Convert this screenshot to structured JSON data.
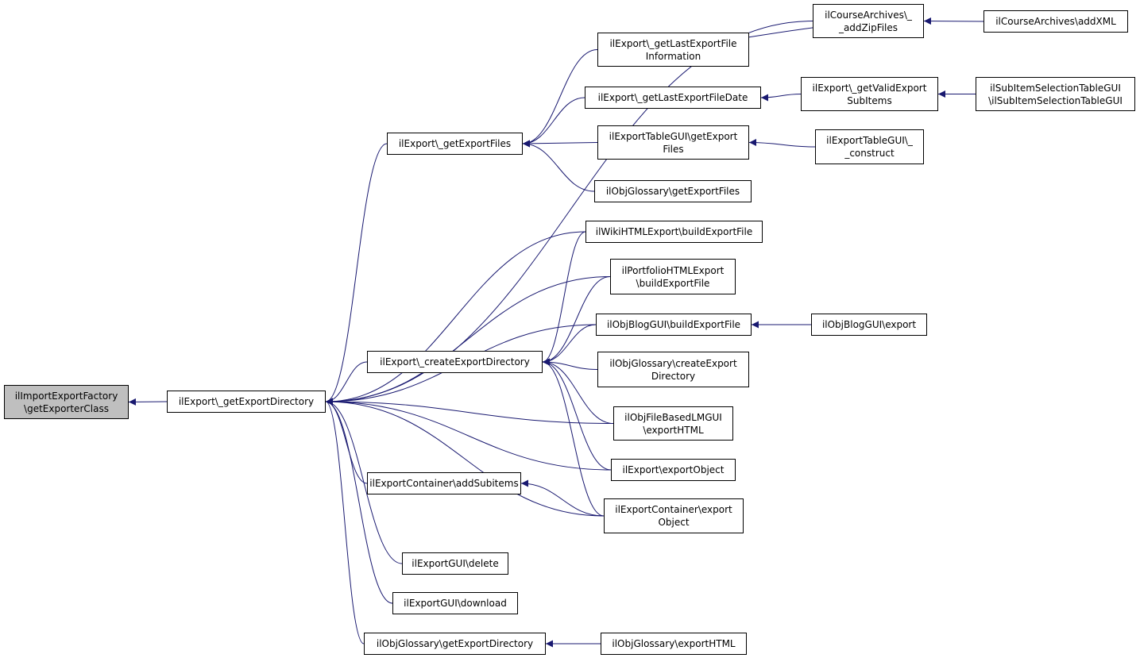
{
  "colors": {
    "edge": "#191970",
    "root_fill": "#bfbfbf",
    "node_fill": "#ffffff",
    "border": "#000000"
  },
  "nodes": [
    {
      "id": "root",
      "label": "ilImportExportFactory\n\\getExporterClass",
      "root": true
    },
    {
      "id": "getExportDirectory",
      "label": "ilExport\\_getExportDirectory"
    },
    {
      "id": "getExportFiles",
      "label": "ilExport\\_getExportFiles"
    },
    {
      "id": "createExportDirectory",
      "label": "ilExport\\_createExportDirectory"
    },
    {
      "id": "addSubitems",
      "label": "ilExportContainer\\addSubitems"
    },
    {
      "id": "guiDelete",
      "label": "ilExportGUI\\delete"
    },
    {
      "id": "guiDownload",
      "label": "ilExportGUI\\download"
    },
    {
      "id": "glossGetExportDirectory",
      "label": "ilObjGlossary\\getExportDirectory"
    },
    {
      "id": "courseAddZipFiles",
      "label": "ilCourseArchives\\_\n_addZipFiles"
    },
    {
      "id": "getLastExportFileInfo",
      "label": "ilExport\\_getLastExportFile\nInformation"
    },
    {
      "id": "getLastExportFileDate",
      "label": "ilExport\\_getLastExportFileDate"
    },
    {
      "id": "tableGetExportFiles",
      "label": "ilExportTableGUI\\getExport\nFiles"
    },
    {
      "id": "glossGetExportFiles",
      "label": "ilObjGlossary\\getExportFiles"
    },
    {
      "id": "wikiBuild",
      "label": "ilWikiHTMLExport\\buildExportFile"
    },
    {
      "id": "portfolioBuild",
      "label": "ilPortfolioHTMLExport\n\\buildExportFile"
    },
    {
      "id": "blogBuild",
      "label": "ilObjBlogGUI\\buildExportFile"
    },
    {
      "id": "glossCreateDir",
      "label": "ilObjGlossary\\createExport\nDirectory"
    },
    {
      "id": "fileBasedExport",
      "label": "ilObjFileBasedLMGUI\n\\exportHTML"
    },
    {
      "id": "exportObject",
      "label": "ilExport\\exportObject"
    },
    {
      "id": "containerExportObject",
      "label": "ilExportContainer\\export\nObject"
    },
    {
      "id": "courseAddXML",
      "label": "ilCourseArchives\\addXML"
    },
    {
      "id": "getValidSubItems",
      "label": "ilExport\\_getValidExport\nSubItems"
    },
    {
      "id": "tableConstruct",
      "label": "ilExportTableGUI\\_\n_construct"
    },
    {
      "id": "blogExport",
      "label": "ilObjBlogGUI\\export"
    },
    {
      "id": "glossExportHTML",
      "label": "ilObjGlossary\\exportHTML"
    },
    {
      "id": "subItemSelection",
      "label": "ilSubItemSelectionTableGUI\n\\ilSubItemSelectionTableGUI"
    }
  ],
  "edges": [
    [
      "getExportDirectory",
      "root"
    ],
    [
      "getExportFiles",
      "getExportDirectory"
    ],
    [
      "createExportDirectory",
      "getExportDirectory"
    ],
    [
      "addSubitems",
      "getExportDirectory"
    ],
    [
      "guiDelete",
      "getExportDirectory"
    ],
    [
      "guiDownload",
      "getExportDirectory"
    ],
    [
      "glossGetExportDirectory",
      "getExportDirectory"
    ],
    [
      "courseAddZipFiles",
      "getExportDirectory"
    ],
    [
      "wikiBuild",
      "getExportDirectory"
    ],
    [
      "portfolioBuild",
      "getExportDirectory"
    ],
    [
      "blogBuild",
      "getExportDirectory"
    ],
    [
      "fileBasedExport",
      "getExportDirectory"
    ],
    [
      "exportObject",
      "getExportDirectory"
    ],
    [
      "containerExportObject",
      "getExportDirectory"
    ],
    [
      "getLastExportFileInfo",
      "getExportFiles"
    ],
    [
      "getLastExportFileDate",
      "getExportFiles"
    ],
    [
      "tableGetExportFiles",
      "getExportFiles"
    ],
    [
      "glossGetExportFiles",
      "getExportFiles"
    ],
    [
      "wikiBuild",
      "createExportDirectory"
    ],
    [
      "portfolioBuild",
      "createExportDirectory"
    ],
    [
      "blogBuild",
      "createExportDirectory"
    ],
    [
      "glossCreateDir",
      "createExportDirectory"
    ],
    [
      "fileBasedExport",
      "createExportDirectory"
    ],
    [
      "exportObject",
      "createExportDirectory"
    ],
    [
      "containerExportObject",
      "createExportDirectory"
    ],
    [
      "containerExportObject",
      "addSubitems"
    ],
    [
      "glossExportHTML",
      "glossGetExportDirectory"
    ],
    [
      "getLastExportFileInfo",
      "courseAddZipFiles"
    ],
    [
      "courseAddXML",
      "courseAddZipFiles"
    ],
    [
      "getValidSubItems",
      "getLastExportFileDate"
    ],
    [
      "subItemSelection",
      "getValidSubItems"
    ],
    [
      "tableConstruct",
      "tableGetExportFiles"
    ],
    [
      "blogExport",
      "blogBuild"
    ]
  ]
}
